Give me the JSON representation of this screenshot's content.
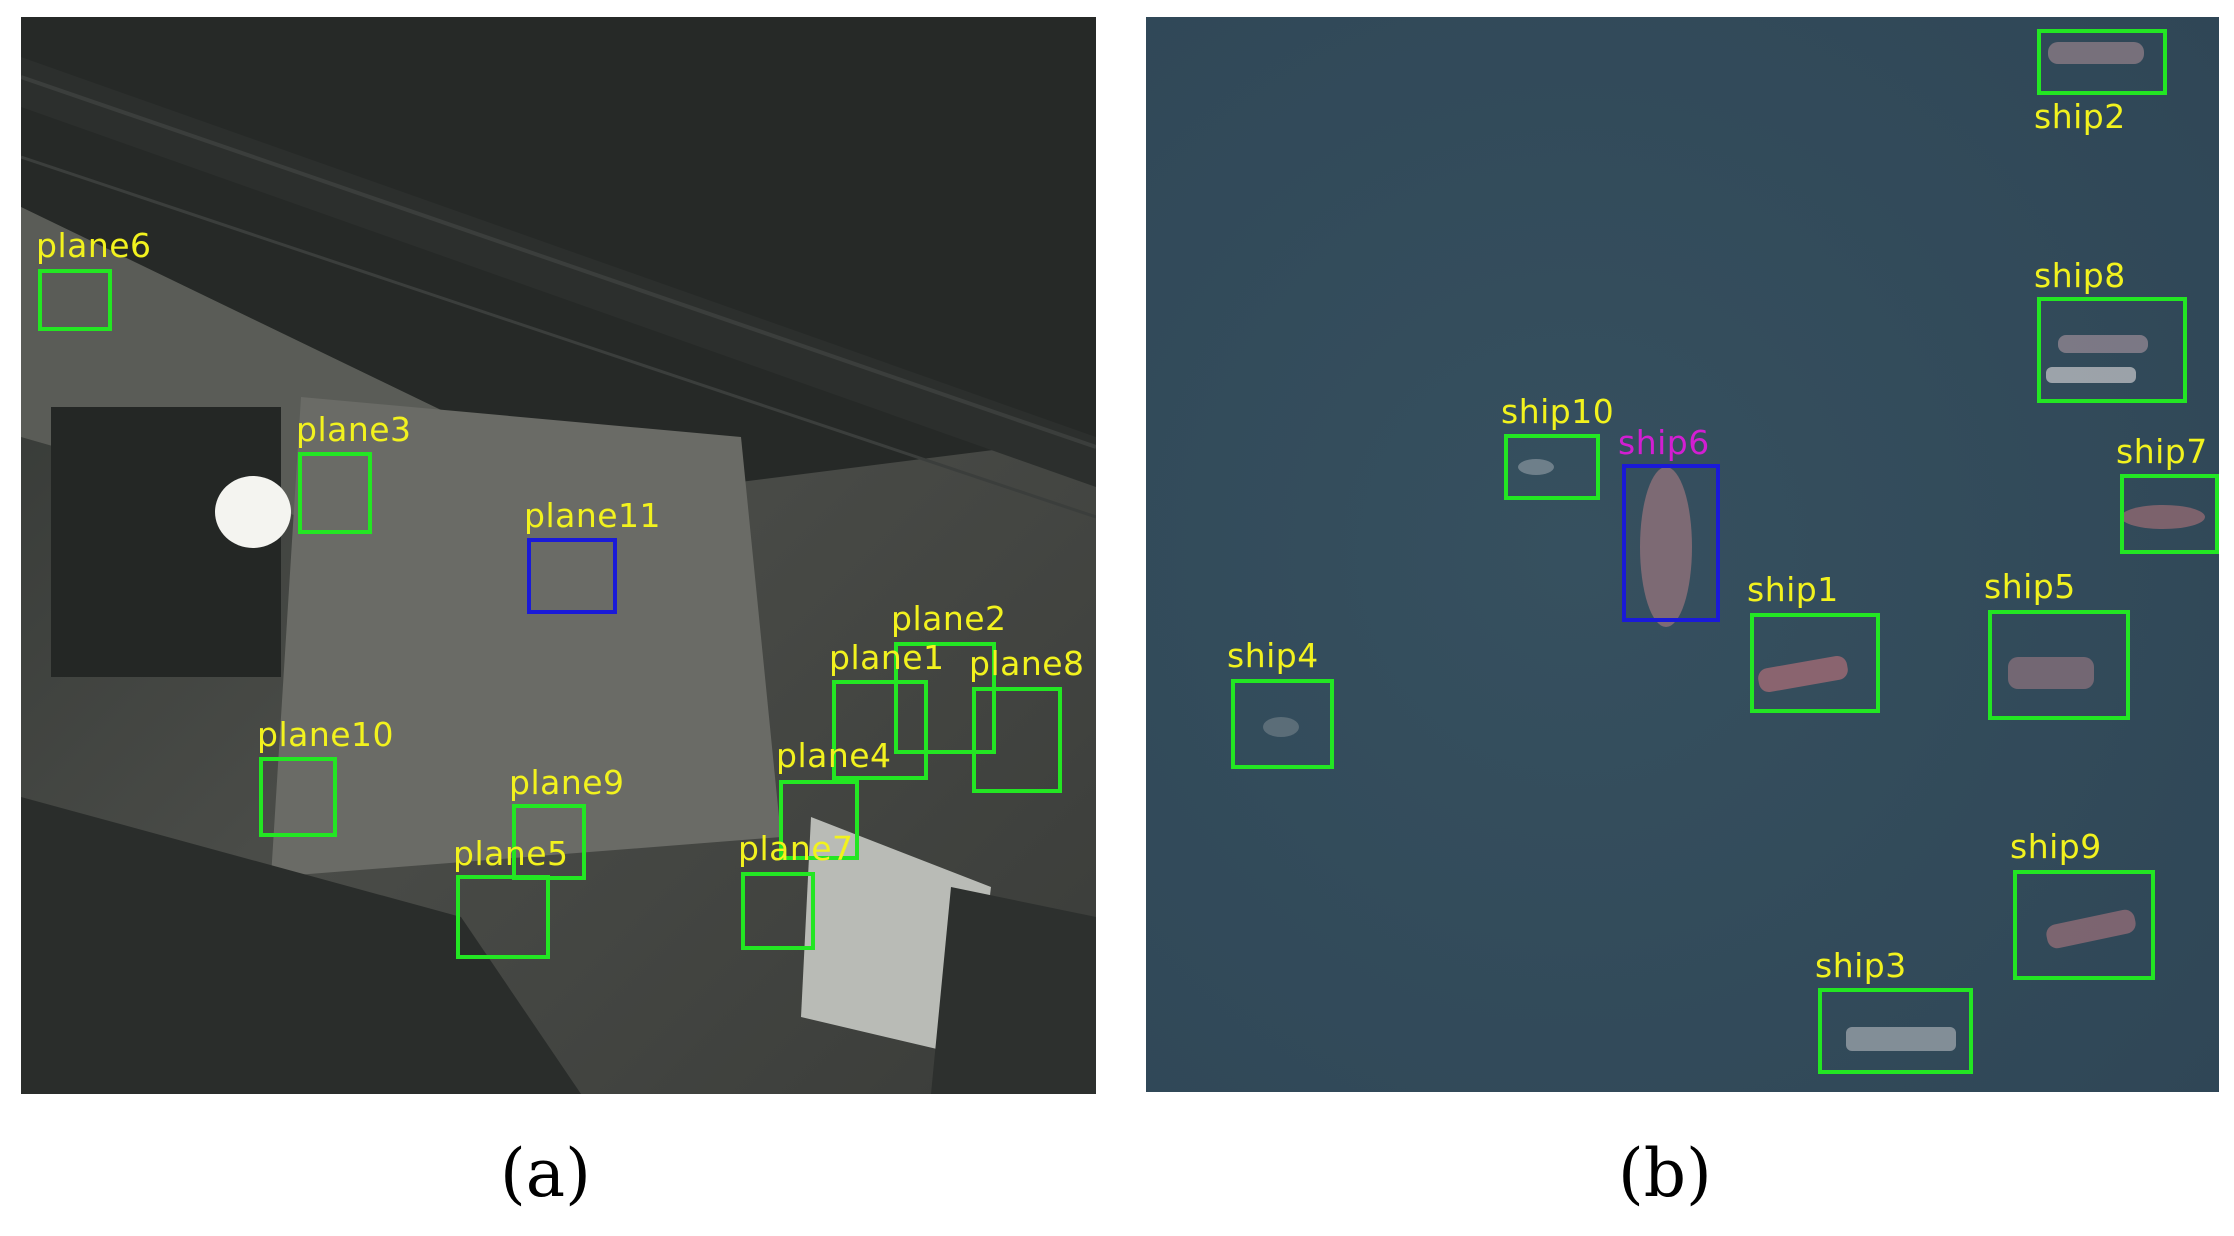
{
  "figure": {
    "panel_a": {
      "caption": "(a)",
      "detections": [
        {
          "label": "plane6",
          "color": "green"
        },
        {
          "label": "plane3",
          "color": "green"
        },
        {
          "label": "plane11",
          "color": "blue"
        },
        {
          "label": "plane2",
          "color": "green"
        },
        {
          "label": "plane1",
          "color": "green"
        },
        {
          "label": "plane8",
          "color": "green"
        },
        {
          "label": "plane10",
          "color": "green"
        },
        {
          "label": "plane4",
          "color": "green"
        },
        {
          "label": "plane9",
          "color": "green"
        },
        {
          "label": "plane5",
          "color": "green"
        },
        {
          "label": "plane7",
          "color": "green"
        }
      ]
    },
    "panel_b": {
      "caption": "(b)",
      "detections": [
        {
          "label": "ship2",
          "color": "green"
        },
        {
          "label": "ship8",
          "color": "green"
        },
        {
          "label": "ship10",
          "color": "green"
        },
        {
          "label": "ship6",
          "color": "blue"
        },
        {
          "label": "ship7",
          "color": "green"
        },
        {
          "label": "ship1",
          "color": "green"
        },
        {
          "label": "ship5",
          "color": "green"
        },
        {
          "label": "ship4",
          "color": "green"
        },
        {
          "label": "ship9",
          "color": "green"
        },
        {
          "label": "ship3",
          "color": "green"
        }
      ]
    },
    "colors": {
      "box_green": "#23e623",
      "box_blue": "#1a1ad8",
      "label_yellow": "#f2f21e",
      "label_magenta": "#d21ed2"
    }
  }
}
